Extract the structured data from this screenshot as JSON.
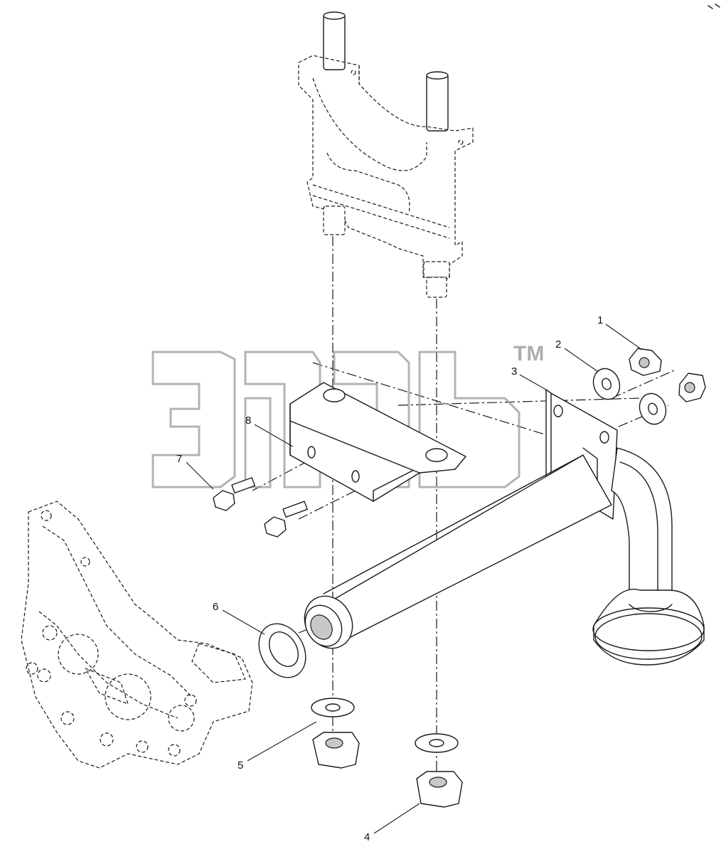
{
  "callouts": [
    {
      "id": "1",
      "label": "1"
    },
    {
      "id": "2",
      "label": "2"
    },
    {
      "id": "3",
      "label": "3"
    },
    {
      "id": "4",
      "label": "4"
    },
    {
      "id": "5",
      "label": "5"
    },
    {
      "id": "6",
      "label": "6"
    },
    {
      "id": "7",
      "label": "7"
    },
    {
      "id": "8",
      "label": "8"
    }
  ],
  "watermark": {
    "trademark": "TM"
  },
  "colors": {
    "line": "#1a1a1a",
    "watermark": "#9a9a9a",
    "background": "#ffffff"
  }
}
